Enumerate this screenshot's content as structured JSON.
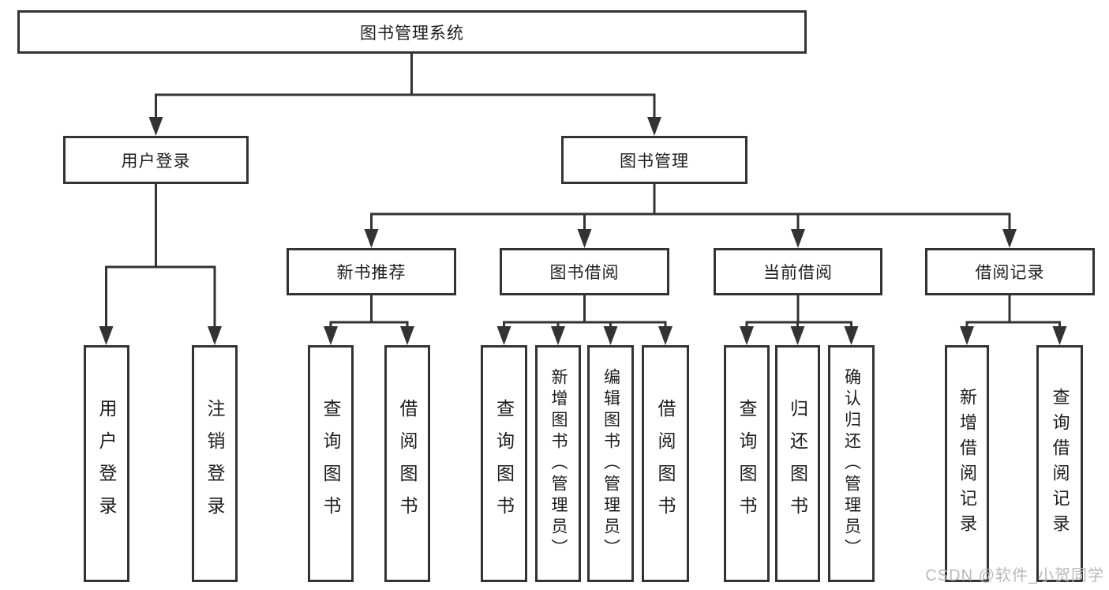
{
  "root": {
    "label": "图书管理系统"
  },
  "level2": {
    "user_login": "用户登录",
    "book_management": "图书管理"
  },
  "level3": {
    "new_book_rec": "新书推荐",
    "book_borrow": "图书借阅",
    "current_borrow": "当前借阅",
    "borrow_records": "借阅记录"
  },
  "leaves": {
    "user_login": [
      "用户登录",
      "注销登录"
    ],
    "new_book_rec": [
      "查询图书",
      "借阅图书"
    ],
    "book_borrow": [
      "查询图书",
      "新增图书（管理员）",
      "编辑图书（管理员）",
      "借阅图书"
    ],
    "current_borrow": [
      "查询图书",
      "归还图书",
      "确认归还（管理员）"
    ],
    "borrow_records": [
      "新增借阅记录",
      "查询借阅记录"
    ]
  },
  "watermark": "CSDN @软件_小贺同学",
  "colors": {
    "line": "#333333",
    "box_border": "#333333",
    "box_background": "#ffffff",
    "text": "#1c1c1c",
    "watermark": "#b8b8b8"
  }
}
